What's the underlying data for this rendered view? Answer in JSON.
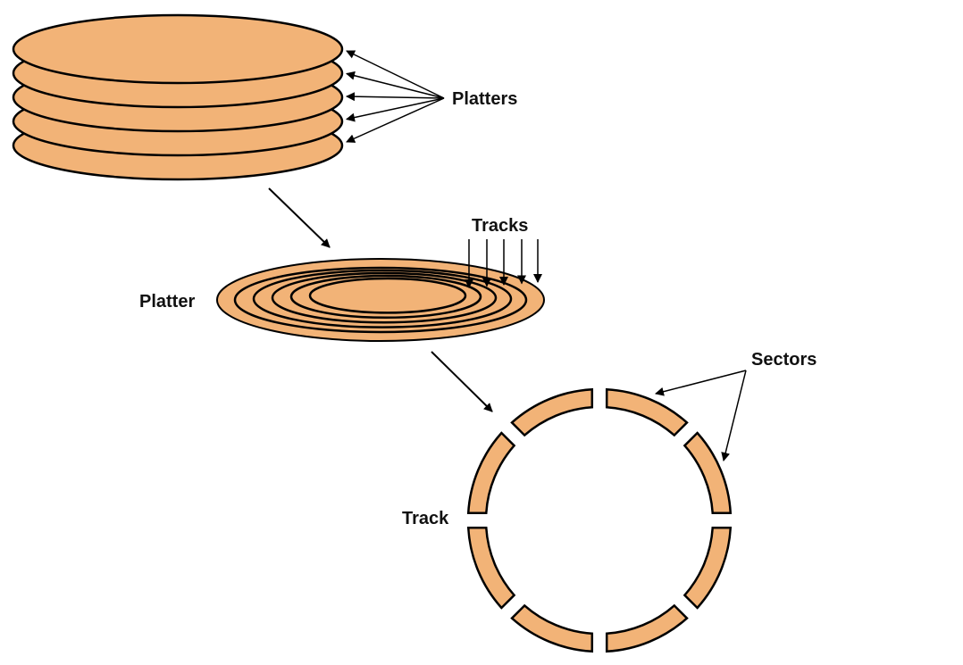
{
  "colors": {
    "fill": "#F2B377",
    "stroke": "#000000",
    "background": "#FFFFFF"
  },
  "labels": {
    "platters": "Platters",
    "tracks": "Tracks",
    "platter": "Platter",
    "sectors": "Sectors",
    "track": "Track"
  },
  "diagram": {
    "platter_count": 5,
    "track_count": 5,
    "sector_count": 8
  }
}
